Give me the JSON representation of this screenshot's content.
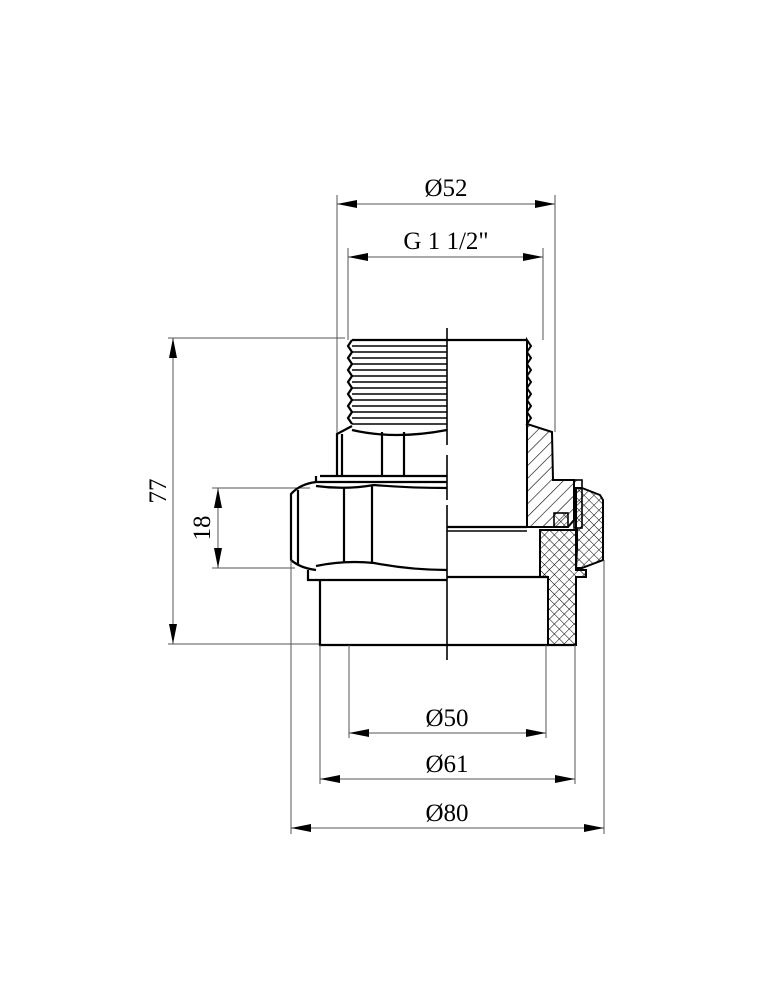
{
  "drawing": {
    "type": "technical-drawing",
    "subject": "threaded union fitting, half-section view",
    "colors": {
      "line": "#000000",
      "dimension_line": "#555555",
      "background": "#ffffff"
    }
  },
  "dimensions": {
    "top_outer": "Ø52",
    "top_thread": "G 1 1/2\"",
    "height_total": "77",
    "height_nut": "18",
    "bottom_inner": "Ø50",
    "bottom_mid": "Ø61",
    "bottom_outer": "Ø80"
  }
}
